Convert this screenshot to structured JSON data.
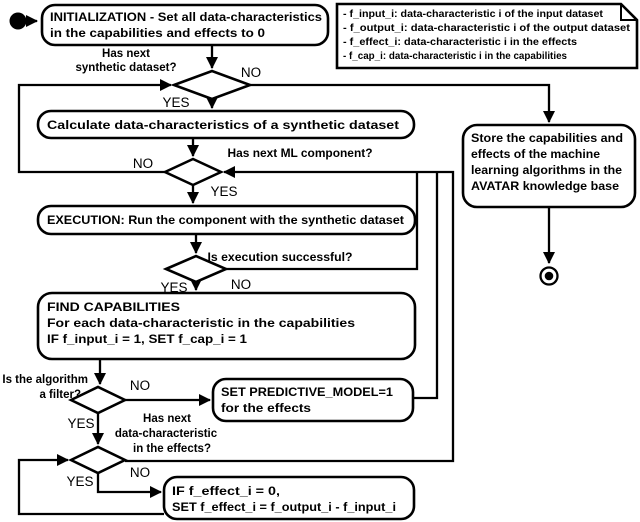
{
  "diagram": {
    "colors": {
      "stroke": "#000000",
      "fill": "#ffffff",
      "background": "#ffffff"
    },
    "nodes": {
      "initialization": {
        "lines": [
          "INITIALIZATION - Set all data-characteristics",
          "in the capabilities and effects to 0"
        ]
      },
      "calculate": {
        "lines": [
          "Calculate data-characteristics of a synthetic dataset"
        ]
      },
      "execution": {
        "lines": [
          "EXECUTION: Run the component with the synthetic dataset"
        ]
      },
      "find_capabilities": {
        "lines": [
          "FIND CAPABILITIES",
          "For each data-characteristic in the capabilities",
          "IF f_input_i = 1, SET f_cap_i = 1"
        ]
      },
      "set_predictive_model": {
        "lines": [
          "SET PREDICTIVE_MODEL=1",
          "for the effects"
        ]
      },
      "if_effect": {
        "lines": [
          "IF f_effect_i = 0,",
          "SET f_effect_i = f_output_i - f_input_i"
        ]
      },
      "store": {
        "lines": [
          "Store the capabilities and",
          "effects of the machine",
          "learning algorithms in the",
          "AVATAR knowledge base"
        ]
      }
    },
    "decisions": {
      "has_next_synthetic_dataset": {
        "lines": [
          "Has next",
          "synthetic dataset?"
        ],
        "yes": "YES",
        "no": "NO"
      },
      "has_next_ml_component": {
        "label": "Has next ML component?",
        "yes": "YES",
        "no": "NO"
      },
      "is_execution_successful": {
        "label": "Is execution successful?",
        "yes": "YES",
        "no": "NO"
      },
      "is_algorithm_filter": {
        "lines": [
          "Is the algorithm",
          "a filter?"
        ],
        "yes": "YES",
        "no": "NO"
      },
      "has_next_data_characteristic": {
        "lines": [
          "Has next",
          "data-characteristic",
          "in the effects?"
        ],
        "yes": "YES",
        "no": "NO"
      }
    },
    "legend": {
      "lines": [
        "- f_input_i: data-characteristic i of the input dataset",
        "- f_output_i: data-characteristic i of the output dataset",
        "- f_effect_i: data-characteristic i in the effects",
        "- f_cap_i: data-characteristic i in the capabilities"
      ]
    }
  }
}
